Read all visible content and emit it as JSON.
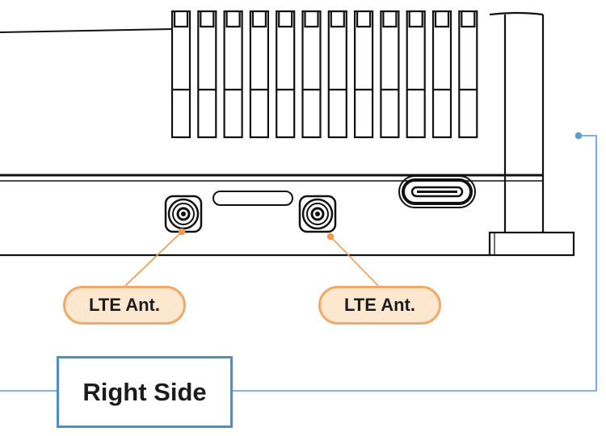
{
  "labels": {
    "lte_left": "LTE Ant.",
    "lte_right": "LTE Ant.",
    "side": "Right Side"
  },
  "colors": {
    "outline": "#111111",
    "lte_fill": "#fde8cf",
    "lte_border": "#f2a866",
    "side_border": "#4d8ec6",
    "leader_orange": "#ee9a52",
    "leader_blue": "#5a9bd4"
  },
  "icons": [
    "sma-antenna-connector-icon",
    "usb-c-port-icon"
  ]
}
